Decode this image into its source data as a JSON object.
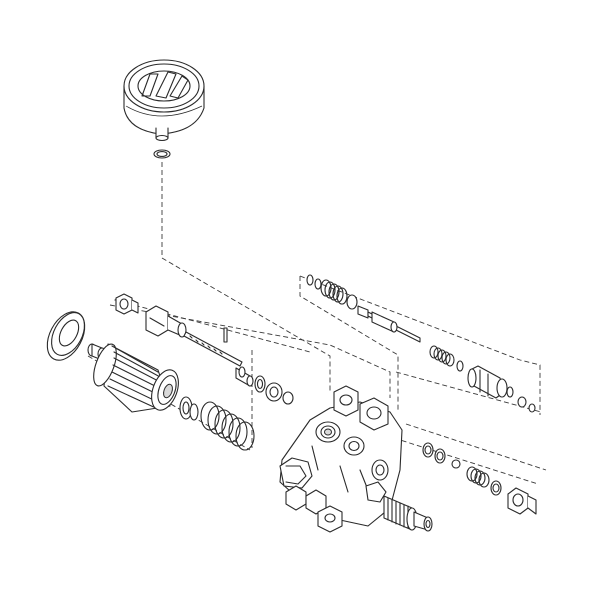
{
  "diagram": {
    "type": "exploded-assembly",
    "colors": {
      "line": "#2a2a2a",
      "fill": "#ffffff",
      "shade": "#d9d9d9",
      "dark": "#3a3a3a"
    },
    "parts": [
      "pressure-gauge",
      "gauge-o-ring",
      "inlet-seal-ring",
      "adapter-fitting",
      "finned-cap",
      "cap-washer",
      "large-spring",
      "lock-nut",
      "valve-body-fitting",
      "long-stem",
      "small-pin",
      "stem-collar",
      "stem-o-ring",
      "valve-seat",
      "upper-spring",
      "upper-washers",
      "upper-stem",
      "upper-small-spring",
      "upper-seat-fitting",
      "upper-end-ring",
      "right-o-rings",
      "right-ball",
      "right-spring",
      "right-seat",
      "hex-plug",
      "manifold-body",
      "outlet-threaded-fitting"
    ]
  }
}
